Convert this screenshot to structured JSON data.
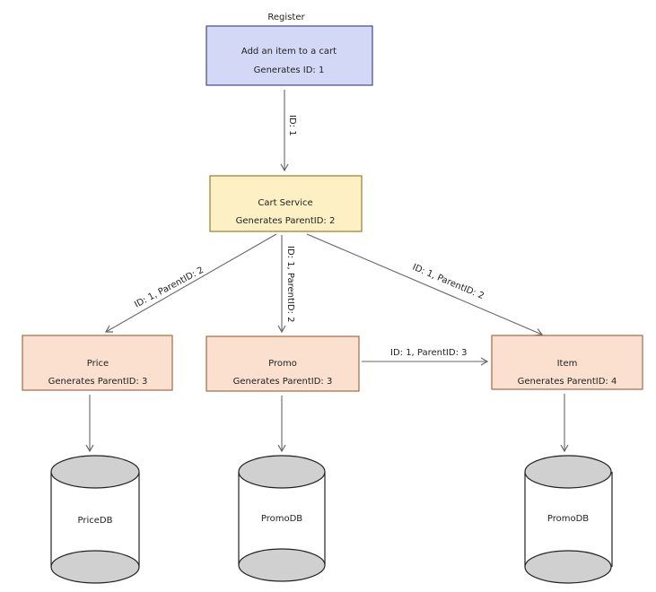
{
  "nodes": {
    "register": {
      "caption": "Register",
      "line1": "Add an item to a cart",
      "line2": "Generates ID: 1",
      "fill": "#d3d8f6",
      "stroke": "#3f4a8c"
    },
    "cart": {
      "line1": "Cart Service",
      "line2": "Generates ParentID: 2",
      "fill": "#fdf0c4",
      "stroke": "#9a7b2c"
    },
    "price": {
      "line1": "Price",
      "line2": "Generates ParentID: 3",
      "fill": "#fbe0cf",
      "stroke": "#a46a47"
    },
    "promo": {
      "line1": "Promo",
      "line2": "Generates ParentID: 3",
      "fill": "#fbe0cf",
      "stroke": "#a46a47"
    },
    "item": {
      "line1": "Item",
      "line2": "Generates ParentID: 4",
      "fill": "#fbe0cf",
      "stroke": "#a46a47"
    }
  },
  "databases": {
    "price_db": {
      "label": "PriceDB"
    },
    "promo_db": {
      "label": "PromoDB"
    },
    "item_db": {
      "label": "PromoDB"
    }
  },
  "edges": {
    "register_to_cart": "ID: 1",
    "cart_to_price": "ID: 1, ParentID: 2",
    "cart_to_promo": "ID: 1, ParentID: 2",
    "cart_to_item": "ID: 1, ParentID: 2",
    "promo_to_item": "ID: 1, ParentID: 3"
  },
  "colors": {
    "db_fill": "#e5e5e5",
    "db_cap": "#d0d0d0",
    "db_stroke": "#222222",
    "edge": "#666666"
  }
}
